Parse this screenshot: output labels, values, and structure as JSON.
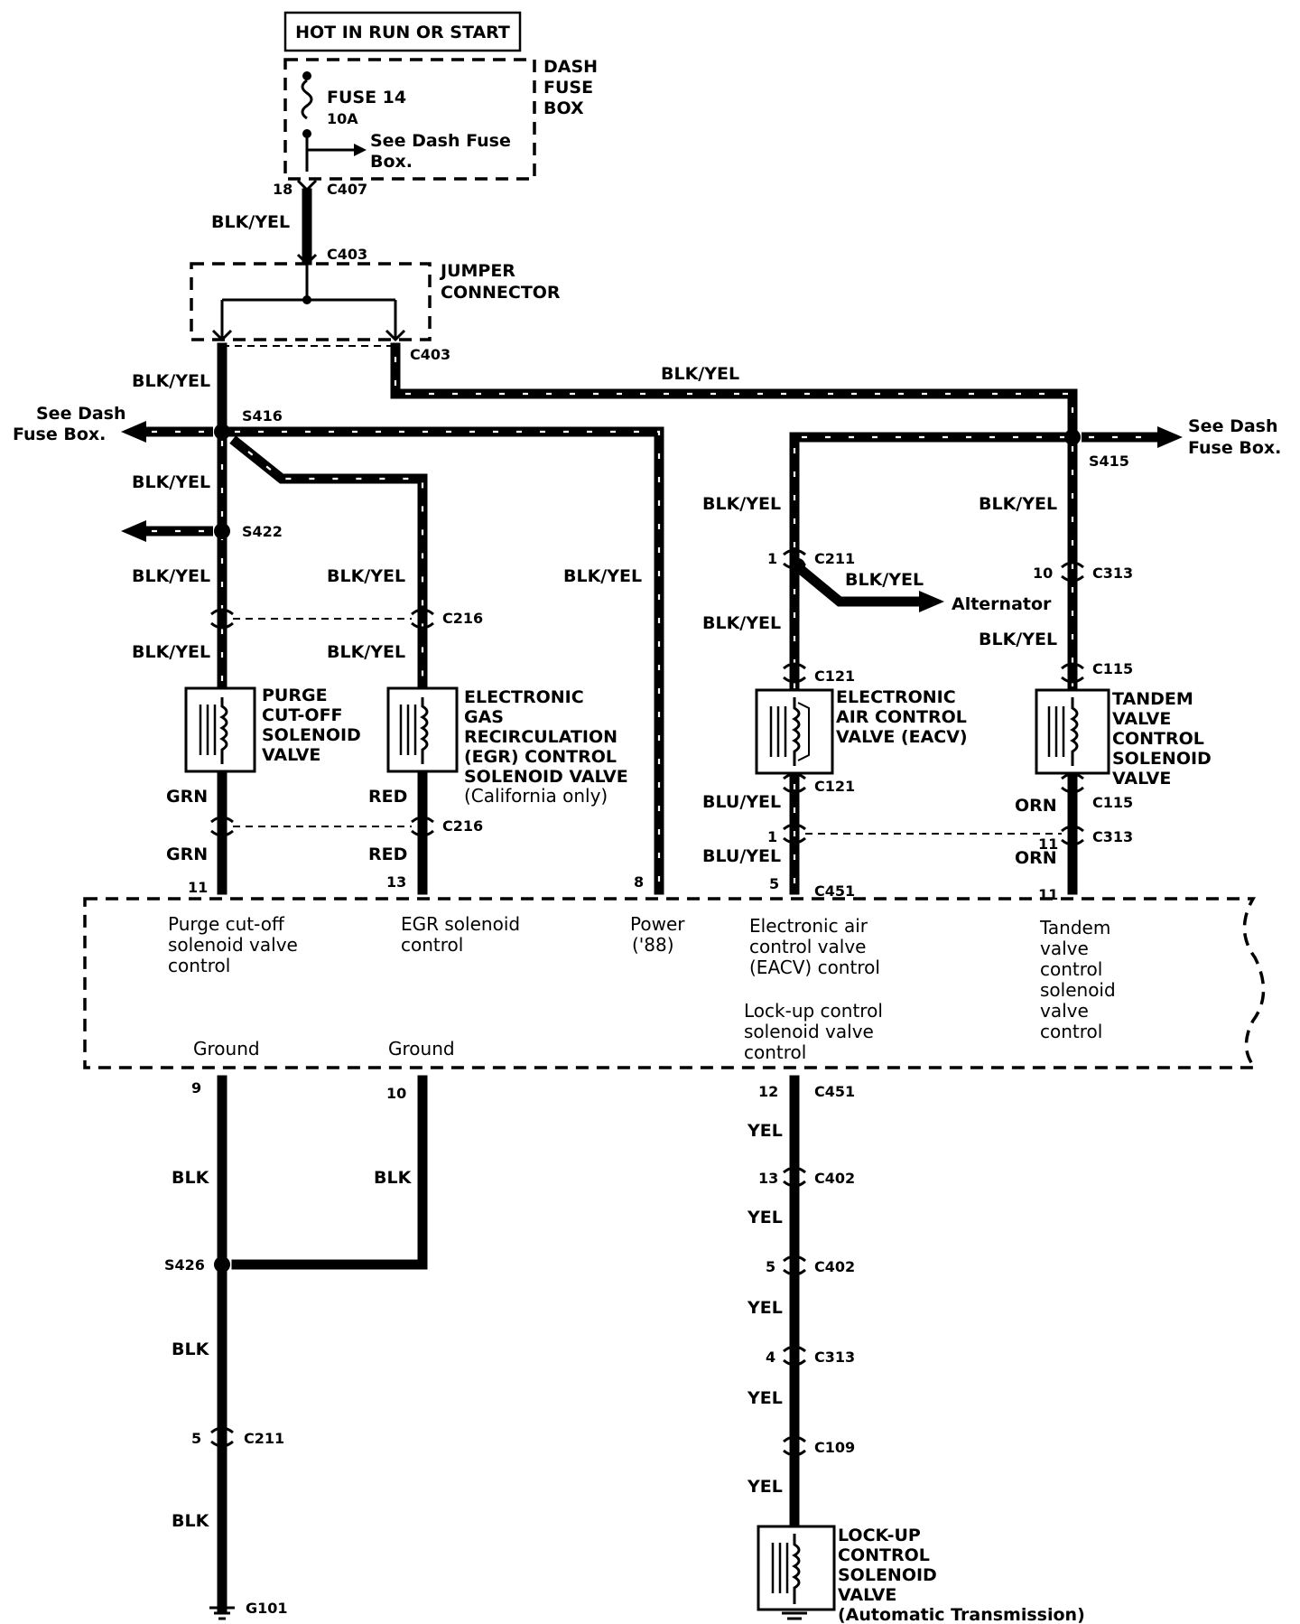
{
  "power_source": {
    "hot_label": "HOT IN RUN OR START",
    "fuse_box_label": [
      "DASH",
      "FUSE",
      "BOX"
    ],
    "fuse_name": "FUSE 14",
    "fuse_rating": "10A",
    "see_dash_fuse_box": [
      "See Dash Fuse",
      "Box."
    ]
  },
  "jumper": {
    "label": [
      "JUMPER",
      "CONNECTOR"
    ]
  },
  "wires": {
    "blk_yel": "BLK/YEL",
    "grn": "GRN",
    "red": "RED",
    "blu_yel": "BLU/YEL",
    "orn": "ORN",
    "blk": "BLK",
    "yel": "YEL"
  },
  "connectors": {
    "c407": "C407",
    "c403": "C403",
    "c216": "C216",
    "c211": "C211",
    "c121": "C121",
    "c313": "C313",
    "c115": "C115",
    "c451": "C451",
    "c402": "C402",
    "c109": "C109"
  },
  "splices": {
    "s416": "S416",
    "s422": "S422",
    "s415": "S415",
    "s426": "S426"
  },
  "ground": {
    "g101": "G101"
  },
  "pins": {
    "p18": "18",
    "p1": "1",
    "p10": "10",
    "p11": "11",
    "p13": "13",
    "p8": "8",
    "p5": "5",
    "p9": "9",
    "p12": "12",
    "p4": "4"
  },
  "see_dash_fuse_box_left": [
    "See Dash",
    "Fuse Box."
  ],
  "see_dash_fuse_box_right": [
    "See Dash",
    "Fuse Box."
  ],
  "alternator": "Alternator",
  "components": {
    "purge": [
      "PURGE",
      "CUT-OFF",
      "SOLENOID",
      "VALVE"
    ],
    "egr": [
      "ELECTRONIC",
      "GAS",
      "RECIRCULATION",
      "(EGR) CONTROL",
      "SOLENOID VALVE"
    ],
    "egr_note": "(California only)",
    "eacv": [
      "ELECTRONIC",
      "AIR CONTROL",
      "VALVE (EACV)"
    ],
    "tandem": [
      "TANDEM",
      "VALVE",
      "CONTROL",
      "SOLENOID",
      "VALVE"
    ],
    "lockup": [
      "LOCK-UP",
      "CONTROL",
      "SOLENOID",
      "VALVE"
    ],
    "lockup_note": "(Automatic Transmission)"
  },
  "pcm": {
    "purge_ctrl": [
      "Purge cut-off",
      "solenoid valve",
      "control"
    ],
    "egr_ctrl": [
      "EGR solenoid",
      "control"
    ],
    "power": [
      "Power",
      "('88)"
    ],
    "eacv_ctrl": [
      "Electronic air",
      "control valve",
      "(EACV) control"
    ],
    "lockup_ctrl": [
      "Lock-up control",
      "solenoid valve",
      "control"
    ],
    "tandem_ctrl": [
      "Tandem",
      "valve",
      "control",
      "solenoid",
      "valve",
      "control"
    ],
    "ground": "Ground"
  }
}
